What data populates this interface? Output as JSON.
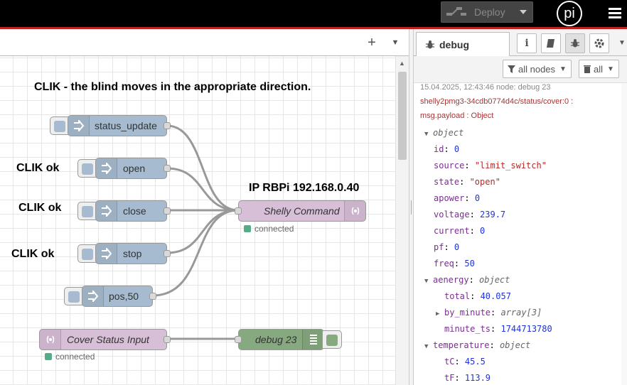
{
  "header": {
    "deploy_label": "Deploy",
    "avatar_text": "pi",
    "colors": {
      "bar": "#000000",
      "accent": "#c02020"
    }
  },
  "workspace": {
    "add_icon": "plus-icon",
    "comments": {
      "title": "CLIK - the blind moves in the appropriate direction.",
      "open_note": "CLIK  ok",
      "close_note": "CLIK  ok",
      "stop_note": "CLIK ok",
      "ip_note": "IP RBPi 192.168.0.40"
    },
    "nodes": {
      "status_update": "status_update",
      "open": "open",
      "close": "close",
      "stop": "stop",
      "pos50": "pos,50",
      "shelly_command": "Shelly Command",
      "cover_status_input": "Cover Status Input",
      "debug23": "debug 23"
    },
    "status": {
      "shelly_command": "connected",
      "cover_status_input": "connected"
    }
  },
  "sidebar": {
    "tab_label": "debug",
    "filter_nodes": "all nodes",
    "filter_clear": "all",
    "message": {
      "timestamp_line": "15.04.2025, 12:43:46   node: debug 23",
      "topic": "shelly2pmg3-34cdb0774d4c/status/cover:0 :",
      "payload_label": "msg.payload : Object",
      "root_type": "object",
      "rows": [
        {
          "key": "id",
          "value": "0",
          "kind": "n"
        },
        {
          "key": "source",
          "value": "\"limit_switch\"",
          "kind": "s"
        },
        {
          "key": "state",
          "value": "\"open\"",
          "kind": "s"
        },
        {
          "key": "apower",
          "value": "0",
          "kind": "n"
        },
        {
          "key": "voltage",
          "value": "239.7",
          "kind": "n"
        },
        {
          "key": "current",
          "value": "0",
          "kind": "n"
        },
        {
          "key": "pf",
          "value": "0",
          "kind": "n"
        },
        {
          "key": "freq",
          "value": "50",
          "kind": "n"
        }
      ],
      "aenergy": {
        "key": "aenergy",
        "type": "object",
        "total_key": "total",
        "total": "40.057",
        "by_minute_key": "by_minute",
        "by_minute": "array[3]",
        "minute_ts_key": "minute_ts",
        "minute_ts": "1744713780"
      },
      "temperature": {
        "key": "temperature",
        "type": "object",
        "tc_key": "tC",
        "tc": "45.5",
        "tf_key": "tF",
        "tf": "113.9"
      }
    }
  }
}
